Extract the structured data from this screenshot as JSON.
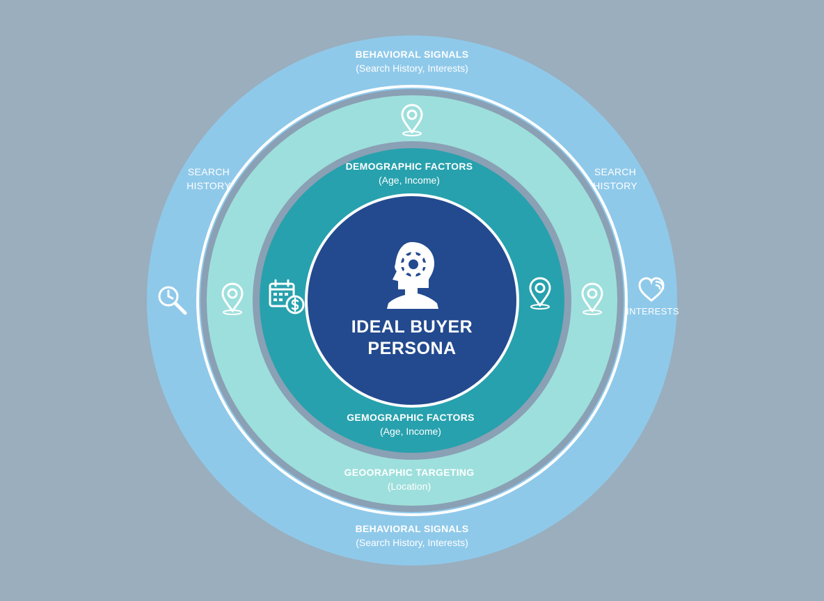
{
  "colors": {
    "background": "#9aaebd",
    "behavioral_ring": "#8fc9ea",
    "geographic_ring": "#9ddfdc",
    "demographic_ring": "#27a1ad",
    "core": "#234a8f",
    "separator": "#ffffff",
    "gap": "#8aa0b4"
  },
  "icons": {
    "center": "head-gear-icon",
    "search": "search-clock-icon",
    "location": "location-pin-icon",
    "calendar_money": "calendar-dollar-icon",
    "interests": "heart-signal-icon"
  },
  "center": {
    "title": "IDEAL BUYER PERSONA"
  },
  "rings": {
    "behavioral_top": {
      "title": "BEHAVIORAL SIGNALS",
      "subtitle": "(Search History, Interests)"
    },
    "behavioral_bottom": {
      "title": "BEHAVIORAL SIGNALS",
      "subtitle": "(Search History, Interests)"
    },
    "demographic_top": {
      "title": "DEMOGRAPHIC FACTORS",
      "subtitle": "(Age, Income)"
    },
    "demographic_bottom": {
      "title": "GEMOGRAPHIC FACTORS",
      "subtitle": "(Age, Income)"
    },
    "geographic": {
      "title": "GEOORAPHIC TARGETING",
      "subtitle": "(Location)"
    }
  },
  "side_labels": {
    "left_line1": "SEARCH",
    "left_line2": "HISTORY",
    "right_line1": "SEARCH",
    "right_line2": "HISTORY",
    "interests": "INTERESTS"
  }
}
